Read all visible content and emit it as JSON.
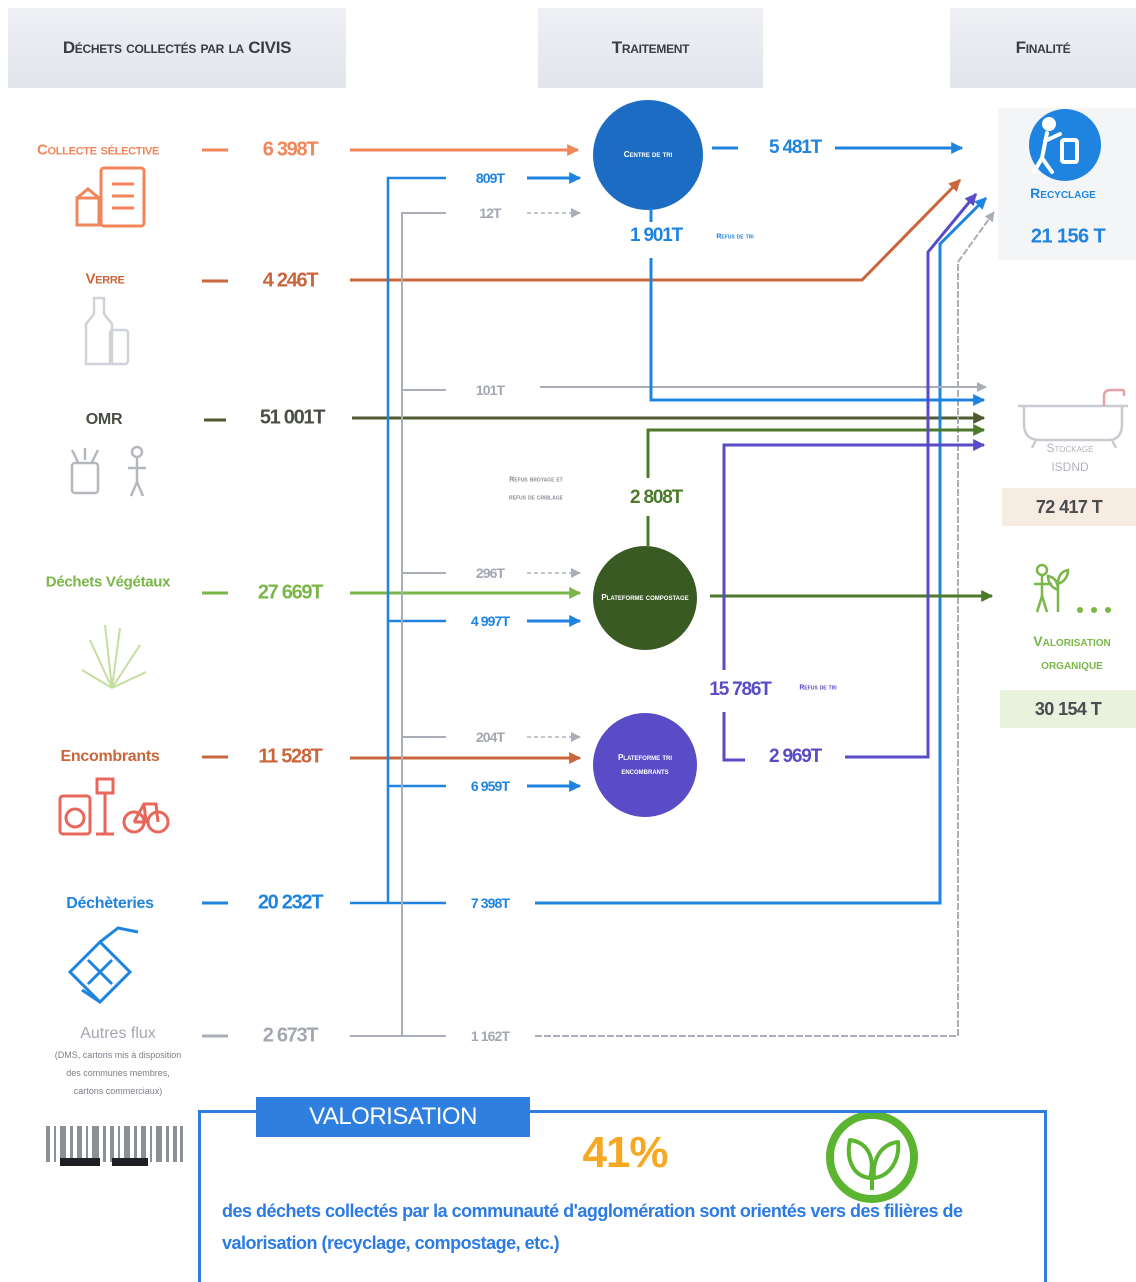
{
  "header": {
    "collected_title": "Déchets collectés par la CIVIS",
    "treatment_title": "Traitement",
    "finality_title": "Finalité"
  },
  "sources": {
    "collecte_selective": {
      "label": "Collecte sélective",
      "tonnage": "6 398T",
      "icon": "sorting-bin-document-icon"
    },
    "verre": {
      "label": "Verre",
      "tonnage": "4 246T",
      "icon": "glass-bottles-icon"
    },
    "omr": {
      "label": "OMR",
      "tonnage": "51 001T",
      "icon": "household-waste-people-icon"
    },
    "dechets_vegetaux": {
      "label": "Déchets Végétaux",
      "tonnage": "27 669T",
      "icon": "grass-icon"
    },
    "encombrants": {
      "label": "Encombrants",
      "tonnage": "11 528T",
      "icon": "bulky-items-icon"
    },
    "decheteries": {
      "label": "Déchèteries",
      "tonnage": "20 232T",
      "icon": "recycling-center-hands-icon"
    },
    "autres_flux": {
      "label": "Autres flux",
      "note": [
        "(DMS, cartons mis à disposition",
        "des communes membres,",
        "cartons commerciaux)"
      ],
      "tonnage": "2 673T",
      "icon": "barcode-icon"
    }
  },
  "plants": {
    "centre_tri": {
      "label": "Centre de tri",
      "output": "5 481T",
      "refus": "1 901T",
      "refus_note": "Refus de tri"
    },
    "compostage": {
      "label": "Plateforme compostage",
      "refus": "2 808T",
      "refus_note": [
        "Refus broyage et",
        "refus de criblage"
      ]
    },
    "tri_encombrants": {
      "label": "Plateforme tri encombrants",
      "output": "2 969T",
      "refus": "15 786T",
      "refus_note": "Refus de tri"
    }
  },
  "flows": {
    "decheteries_to_centre_tri": "809T",
    "autres_to_centre_tri": "12T",
    "autres_to_stockage": "101T",
    "autres_to_compostage": "296T",
    "decheteries_to_compostage": "4 997T",
    "autres_to_encombrants": "204T",
    "decheteries_to_encombrants": "6 959T",
    "decheteries_to_recyclage": "7 398T",
    "autres_to_recyclage": "1 162T"
  },
  "outcomes": {
    "recyclage": {
      "label": "Recyclage",
      "total": "21 156 T",
      "icon": "recycling-person-icon"
    },
    "stockage": {
      "label": [
        "Stockage",
        "ISDND"
      ],
      "total": "72 417 T",
      "icon": "landfill-bathtub-icon"
    },
    "valorisation_organique": {
      "label": [
        "Valorisation",
        "organique"
      ],
      "total": "30 154 T",
      "icon": "gardener-plant-icon"
    }
  },
  "banner": {
    "tab": "VALORISATION",
    "percent": "41%",
    "text": "des déchets collectés par la communauté d'agglomération sont orientés vers des filières de valorisation (recyclage, compostage, etc.)",
    "icon": "leaf-icon"
  },
  "colors": {
    "collecte_selective": "#f0865a",
    "verre_encombrants": "#c9663b",
    "omr": "#4f5a30",
    "vegetaux": "#7ab648",
    "compost": "#3a5a24",
    "decheteries": "#1f84e0",
    "autres_flux": "#a9aeb8",
    "tri_encombrants": "#5a4bc6",
    "centre_tri": "#1c6cc4",
    "banner": "#2f7fe0",
    "percent": "#f7a823"
  }
}
